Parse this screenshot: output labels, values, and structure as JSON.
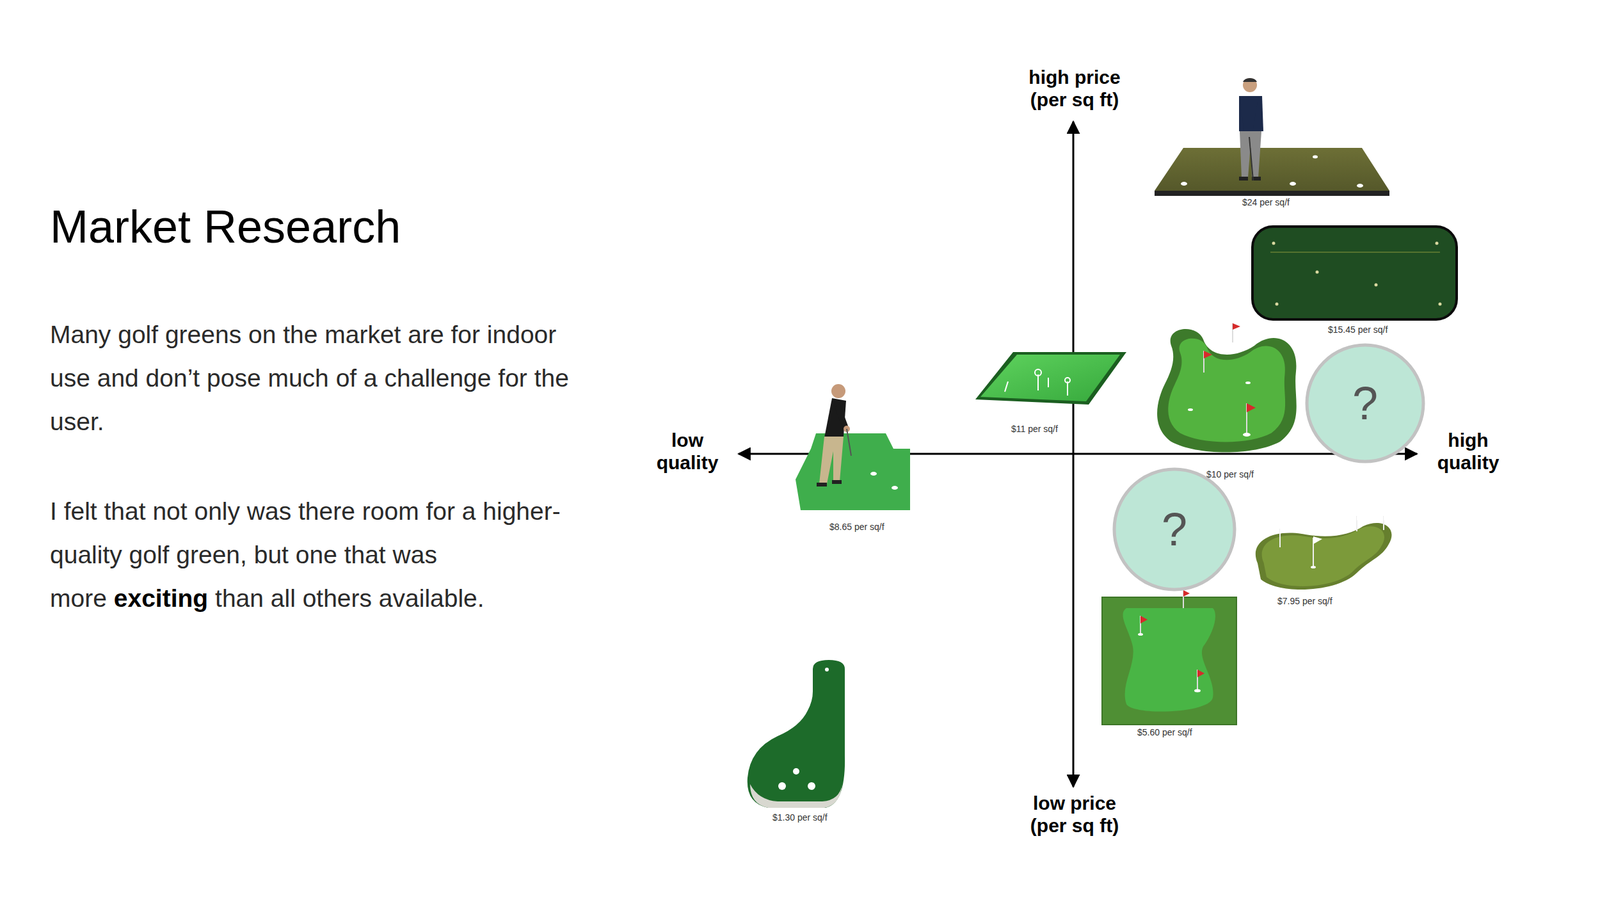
{
  "diagram": {
    "title": "Market Research",
    "nodes": [
      {
        "text": [
          "?"
        ]
      },
      {
        "text": [
          "?"
        ]
      }
    ],
    "labels": [
      "Many golf greens on the market are for indoor use and don’t pose much of a challenge for the user.",
      "I felt that not only was there room for a higher-quality golf green, but one that was more",
      "exciting",
      "than all others available.",
      "high price (per sq ft)",
      "low quality",
      "high quality",
      "low price (per sq ft)",
      "$24 per sq/f",
      "$15.45 per sq/f",
      "$11 per sq/f",
      "$10 per sq/f",
      "$8.65 per sq/f",
      "$7.95 per sq/f",
      "$5.60 per sq/f",
      "$1.30 per sq/f"
    ]
  }
}
